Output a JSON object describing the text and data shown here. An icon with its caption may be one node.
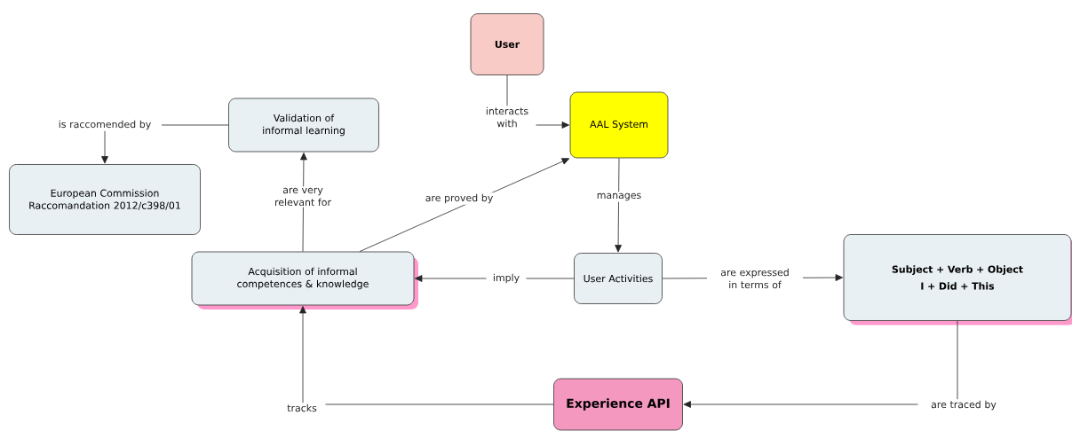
{
  "diagram": {
    "nodes": [
      {
        "text": [
          "User"
        ]
      },
      {
        "text": [
          "AAL System"
        ]
      },
      {
        "text": [
          "Validation of informal learning"
        ]
      },
      {
        "text": [
          "European Commission Raccomandation 2012/c398/01"
        ]
      },
      {
        "text": [
          "Acquisition of informal competences & knowledge"
        ]
      },
      {
        "text": [
          "User Activities"
        ]
      },
      {
        "text": [
          "Subject + Verb + Object",
          "I + Did + This"
        ]
      },
      {
        "text": [
          "Experience API"
        ]
      }
    ],
    "edges": [
      {
        "from": 0,
        "to": 1,
        "arrow": "to",
        "label": "interacts with"
      },
      {
        "from": 1,
        "to": 5,
        "arrow": "to",
        "label": "manages"
      },
      {
        "from": 4,
        "to": 1,
        "arrow": "to",
        "label": "are proved by"
      },
      {
        "from": 4,
        "to": 2,
        "arrow": "to",
        "label": "are very relevant for"
      },
      {
        "from": 2,
        "to": 3,
        "arrow": "to",
        "label": "is raccomended by"
      },
      {
        "from": 5,
        "to": 4,
        "arrow": "to",
        "label": "imply"
      },
      {
        "from": 5,
        "to": 6,
        "arrow": "to",
        "label": "are expressed in terms of"
      },
      {
        "from": 6,
        "to": 7,
        "arrow": "to",
        "label": "are traced by"
      },
      {
        "from": 7,
        "to": 4,
        "arrow": "to",
        "label": "tracks"
      }
    ]
  }
}
